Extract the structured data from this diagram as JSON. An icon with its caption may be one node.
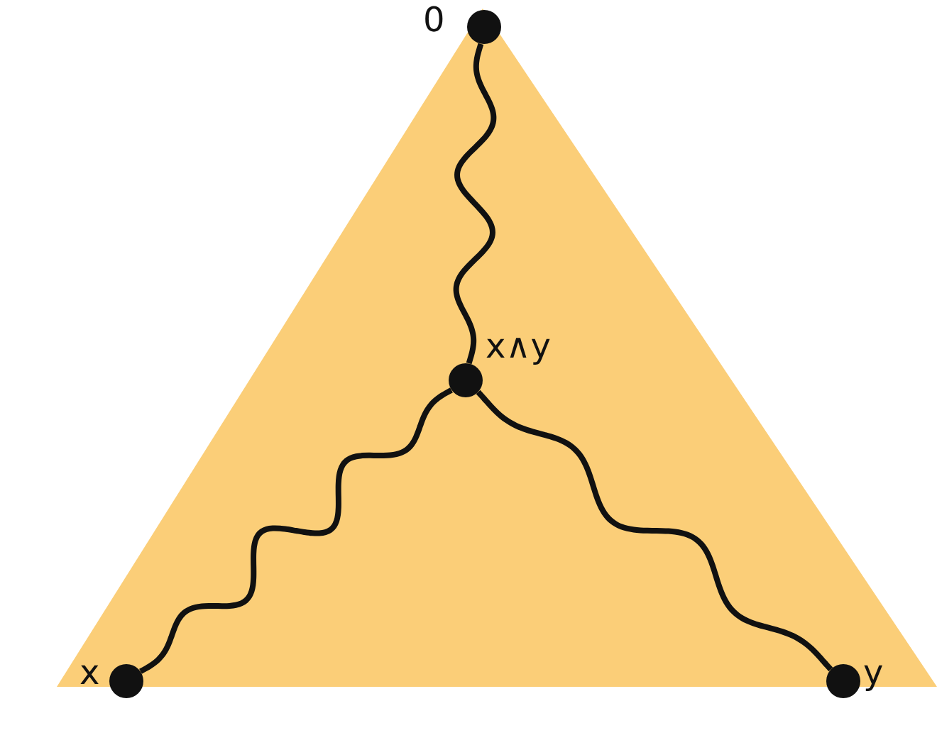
{
  "diagram": {
    "nodes": [
      {
        "text": [],
        "shape": "circle",
        "beside": [
          "0"
        ]
      },
      {
        "text": [],
        "shape": "circle",
        "beside": [
          "x∧y"
        ]
      },
      {
        "text": [],
        "shape": "circle",
        "beside": [
          "x"
        ]
      },
      {
        "text": [],
        "shape": "circle",
        "beside": [
          "y"
        ]
      }
    ],
    "edges": [
      {
        "from": 1,
        "to": 0,
        "arrow": "none"
      },
      {
        "from": 1,
        "to": 2,
        "arrow": "none"
      },
      {
        "from": 1,
        "to": 3,
        "arrow": "none"
      }
    ]
  }
}
